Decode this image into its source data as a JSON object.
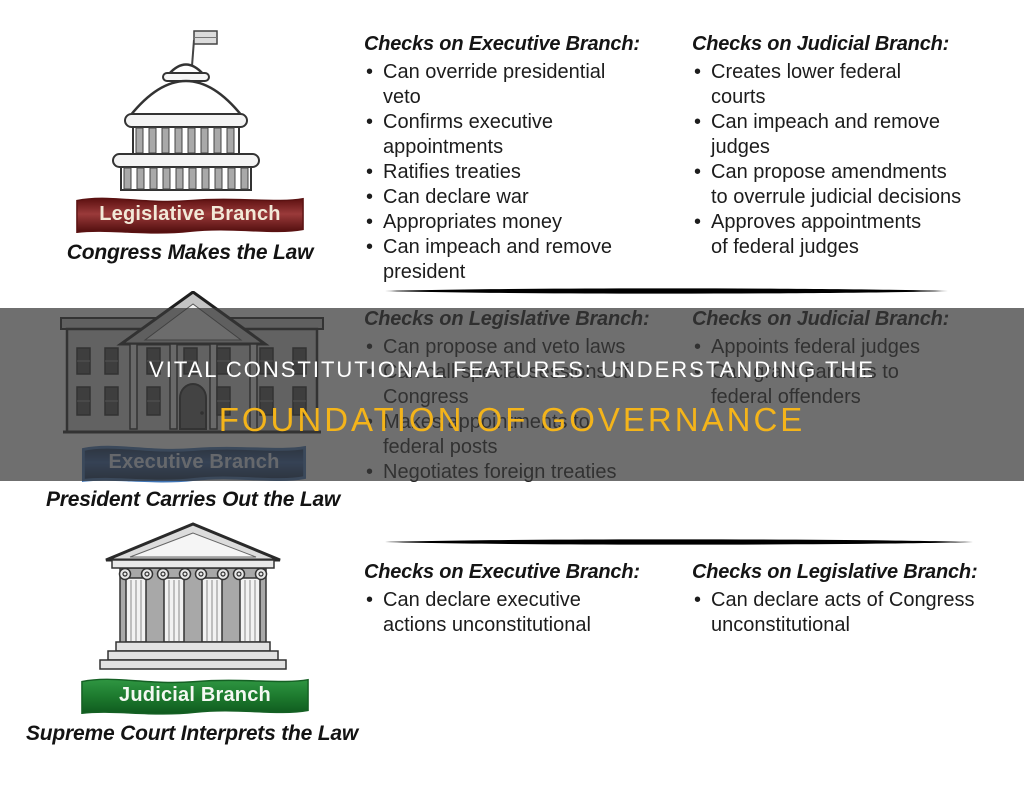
{
  "page": {
    "background_color": "#ffffff",
    "divider_color": "#000000"
  },
  "title_overlay": {
    "line1": "VITAL CONSTITUTIONAL FEATURES: UNDERSTANDING THE",
    "line2": "FOUNDATION OF GOVERNANCE",
    "line1_color": "#ffffff",
    "line2_color": "#f4b41a",
    "band_color": "rgba(57,57,57,0.73)"
  },
  "sections": [
    {
      "id": "legislative",
      "icon": "capitol-building-icon",
      "banner_label": "Legislative Branch",
      "banner_color": "#8c2b2b",
      "banner_text_color": "#f2e9d8",
      "caption": "Congress Makes the Law",
      "columns": [
        {
          "heading": "Checks on Executive Branch:",
          "items": [
            [
              "Can override presidential",
              "veto"
            ],
            [
              "Confirms executive",
              "appointments"
            ],
            [
              "Ratifies treaties"
            ],
            [
              "Can declare war"
            ],
            [
              "Appropriates money"
            ],
            [
              "Can impeach and remove",
              "president"
            ]
          ]
        },
        {
          "heading": "Checks on Judicial Branch:",
          "items": [
            [
              "Creates lower federal",
              "courts"
            ],
            [
              "Can impeach and remove",
              "judges"
            ],
            [
              "Can propose amendments",
              "to overrule judicial decisions"
            ],
            [
              "Approves appointments",
              "of federal judges"
            ]
          ]
        }
      ]
    },
    {
      "id": "executive",
      "icon": "executive-mansion-icon",
      "banner_label": "Executive Branch",
      "banner_color": "#1d4a86",
      "banner_text_color": "#dce6f2",
      "caption": "President Carries Out the Law",
      "columns": [
        {
          "heading": "Checks on Legislative Branch:",
          "items": [
            [
              "Can propose and veto laws"
            ],
            [
              "Can call special sessions of",
              "Congress"
            ],
            [
              "Makes appointments to",
              "federal posts"
            ],
            [
              "Negotiates foreign treaties"
            ]
          ]
        },
        {
          "heading": "Checks on Judicial Branch:",
          "items": [
            [
              "Appoints federal judges"
            ],
            [
              "Can grant pardons to",
              "federal offenders"
            ]
          ]
        }
      ]
    },
    {
      "id": "judicial",
      "icon": "courthouse-icon",
      "banner_label": "Judicial Branch",
      "banner_color": "#1e7a2e",
      "banner_text_color": "#f4f8f2",
      "caption": "Supreme Court Interprets the Law",
      "columns": [
        {
          "heading": "Checks on Executive Branch:",
          "items": [
            [
              "Can declare executive",
              "actions unconstitutional"
            ]
          ]
        },
        {
          "heading": "Checks on Legislative Branch:",
          "items": [
            [
              "Can declare acts of Congress",
              "unconstitutional"
            ]
          ]
        }
      ]
    }
  ]
}
